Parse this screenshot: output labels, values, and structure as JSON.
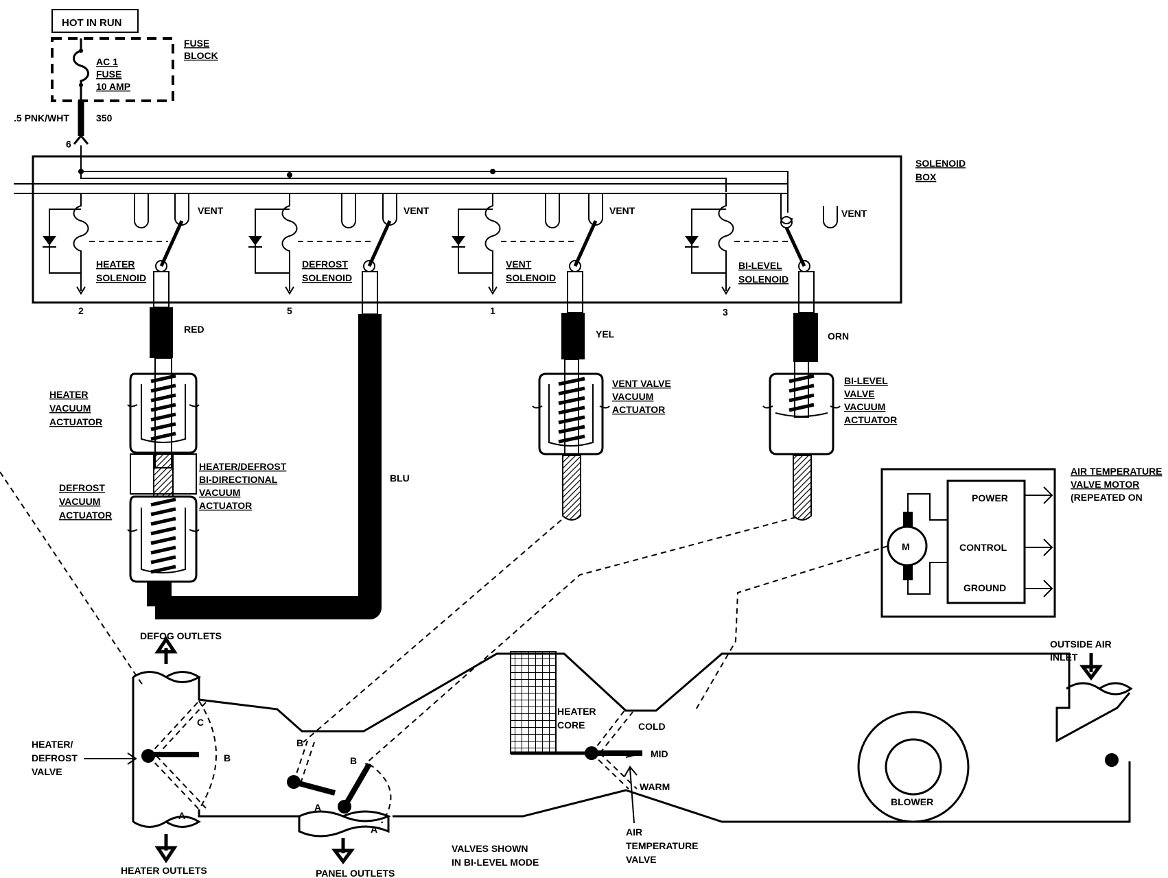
{
  "power": {
    "hot_in_run": "HOT IN RUN",
    "fuse_block": [
      "FUSE",
      "BLOCK"
    ],
    "fuse": [
      "AC 1",
      "FUSE",
      "10 AMP"
    ],
    "wire_gauge": ".5 PNK/WHT",
    "circuit": "350",
    "pin": "6"
  },
  "solenoid_box": {
    "title": [
      "SOLENOID",
      "BOX"
    ],
    "solenoids": [
      {
        "name": [
          "HEATER",
          "SOLENOID"
        ],
        "vent": "VENT",
        "pin": "2"
      },
      {
        "name": [
          "DEFROST",
          "SOLENOID"
        ],
        "vent": "VENT",
        "pin": "5"
      },
      {
        "name": [
          "VENT",
          "SOLENOID"
        ],
        "vent": "VENT",
        "pin": "1"
      },
      {
        "name": [
          "BI-LEVEL",
          "SOLENOID"
        ],
        "vent": "VENT",
        "pin": "3"
      }
    ]
  },
  "hoses": {
    "red": "RED",
    "blu": "BLU",
    "yel": "YEL",
    "orn": "ORN"
  },
  "actuators": {
    "heater": [
      "HEATER",
      "VACUUM",
      "ACTUATOR"
    ],
    "defrost": [
      "DEFROST",
      "VACUUM",
      "ACTUATOR"
    ],
    "bidirectional": [
      "HEATER/DEFROST",
      "BI-DIRECTIONAL",
      "VACUUM",
      "ACTUATOR"
    ],
    "vent_valve": [
      "VENT VALVE",
      "VACUUM",
      "ACTUATOR"
    ],
    "bilevel_valve": [
      "BI-LEVEL",
      "VALVE",
      "VACUUM",
      "ACTUATOR"
    ]
  },
  "motor": {
    "title": [
      "AIR TEMPERATURE",
      "VALVE MOTOR",
      "(REPEATED ON"
    ],
    "symbol": "M",
    "terminals": [
      "POWER",
      "CONTROL",
      "GROUND"
    ]
  },
  "ductwork": {
    "defog_outlets": "DEFOG OUTLETS",
    "heater_outlets": "HEATER OUTLETS",
    "panel_outlets": "PANEL OUTLETS",
    "heater_defrost_valve": [
      "HEATER/",
      "DEFROST",
      "VALVE"
    ],
    "heater_core": [
      "HEATER",
      "CORE"
    ],
    "cold": "COLD",
    "mid": "MID",
    "warm": "WARM",
    "air_temperature_valve": [
      "AIR",
      "TEMPERATURE",
      "VALVE"
    ],
    "outside_air_inlet": [
      "OUTSIDE AIR",
      "INLET"
    ],
    "blower": "BLOWER",
    "valves_note": [
      "VALVES SHOWN",
      "IN BI-LEVEL MODE"
    ],
    "positions": {
      "a": "A",
      "b": "B",
      "c": "C"
    }
  }
}
